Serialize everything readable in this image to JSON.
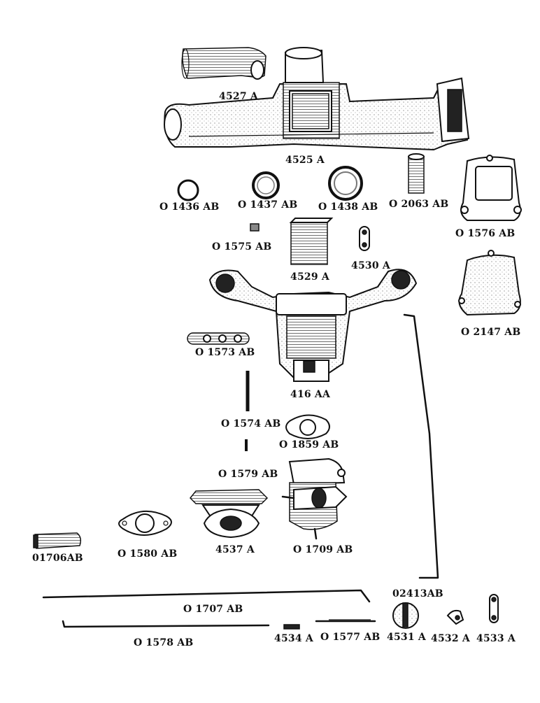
{
  "parts": {
    "p4527a": "4527 A",
    "p4525a": "4525 A",
    "p1436": "O 1436 AB",
    "p1437": "O 1437 AB",
    "p1438": "O 1438 AB",
    "p2063": "O 2063 AB",
    "p1576": "O 1576 AB",
    "p1575": "O 1575 AB",
    "p4529a": "4529 A",
    "p4530a": "4530 A",
    "p2147": "O 2147 AB",
    "p1573": "O 1573 AB",
    "p416aa": "416 AA",
    "p1574": "O 1574 AB",
    "p1859": "O 1859 AB",
    "p1579": "O 1579 AB",
    "p1580": "O 1580 AB",
    "p4537a": "4537 A",
    "p1709": "O 1709 AB",
    "p01706": "01706AB",
    "p02413": "02413AB",
    "p1707": "O 1707 AB",
    "p1578": "O 1578 AB",
    "p4534a": "4534 A",
    "p1577": "O 1577 AB",
    "p4531a": "4531 A",
    "p4532a": "4532 A",
    "p4533a": "4533 A"
  }
}
